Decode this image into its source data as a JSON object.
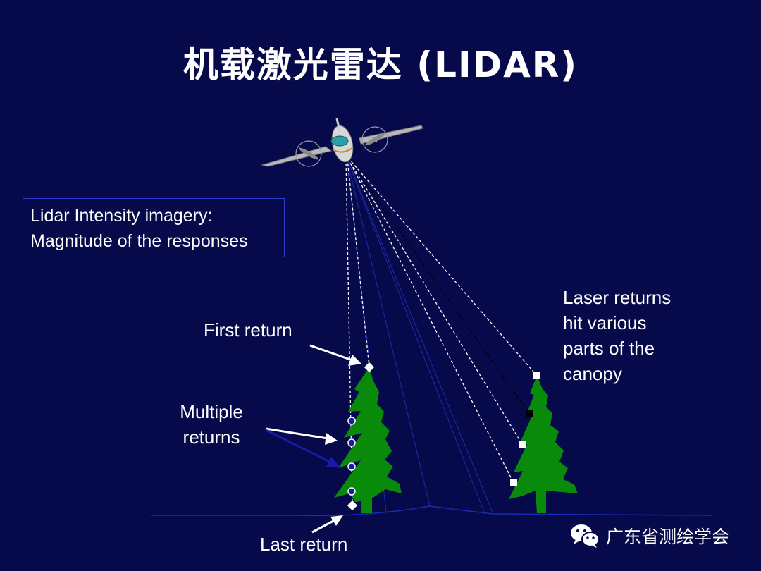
{
  "title": "机载激光雷达 (LIDAR)",
  "info_box": {
    "line1": "Lidar Intensity imagery:",
    "line2": "Magnitude of the responses"
  },
  "labels": {
    "first_return": "First return",
    "multiple_returns_line1": "Multiple",
    "multiple_returns_line2": "returns",
    "last_return": "Last return",
    "canopy_line1": "Laser returns",
    "canopy_line2": "hit various",
    "canopy_line3": "parts of the",
    "canopy_line4": "canopy"
  },
  "watermark": {
    "icon": "wechat-icon",
    "text": "广东省测绘学会"
  },
  "colors": {
    "background": "#070a4a",
    "tree": "#0a8a0a",
    "beam": "#ffffff",
    "return_dot": "#1a1aa8",
    "ground": "#1a2ab0"
  }
}
